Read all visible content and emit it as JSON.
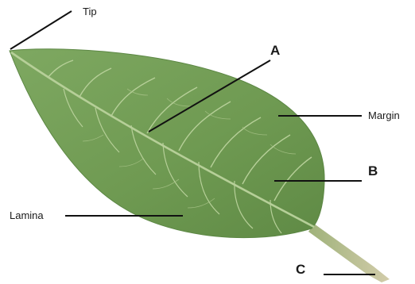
{
  "labels": {
    "tip": "Tip",
    "margin": "Margin",
    "lamina": "Lamina",
    "a": "A",
    "b": "B",
    "c": "C"
  },
  "colors": {
    "leaf_fill": "#6f9a52",
    "leaf_edge": "#5c8744",
    "vein": "#b6cf98",
    "petiole": "#c6c29c",
    "leader": "#111111"
  }
}
